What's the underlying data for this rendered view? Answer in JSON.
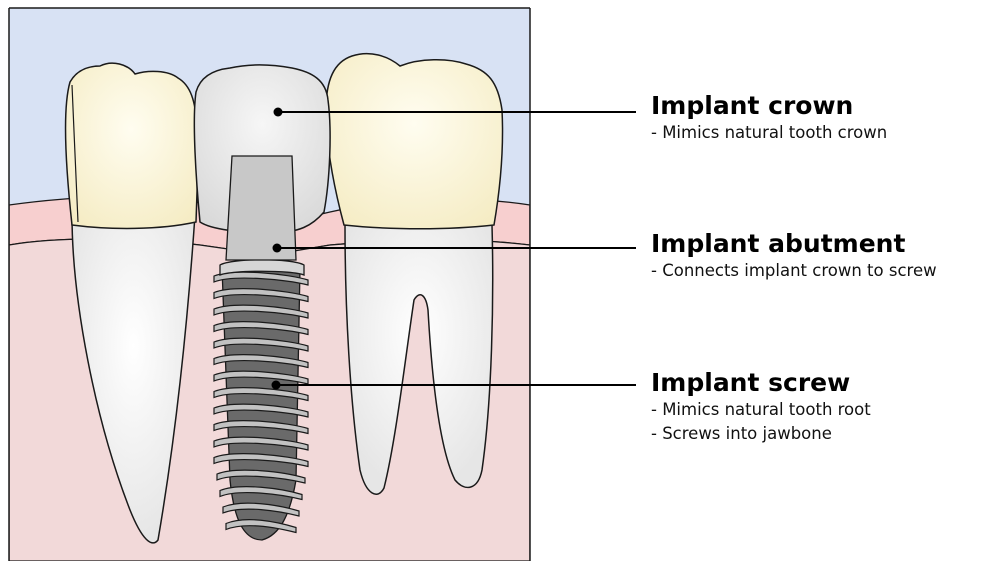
{
  "labels": {
    "crown": {
      "title": "Implant crown",
      "descriptions": [
        "- Mimics natural tooth crown"
      ]
    },
    "abutment": {
      "title": "Implant abutment",
      "descriptions": [
        "- Connects implant crown to screw"
      ]
    },
    "screw": {
      "title": "Implant screw",
      "descriptions": [
        "- Mimics natural tooth root",
        "- Screws into jawbone"
      ]
    }
  },
  "colors": {
    "sky": "#d8e2f4",
    "gum": "#f8d8d8",
    "gum_upper": "#f7cfcf",
    "bone": "#f2d9d9",
    "tooth_crown": "#fbf6dc",
    "tooth_root": "#ececec",
    "implant_crown": "#e8e8e8",
    "abutment": "#c8c8c8",
    "screw_light": "#c2c2c2",
    "screw_dark": "#6a6a6a",
    "outline": "#1a1a1a"
  }
}
